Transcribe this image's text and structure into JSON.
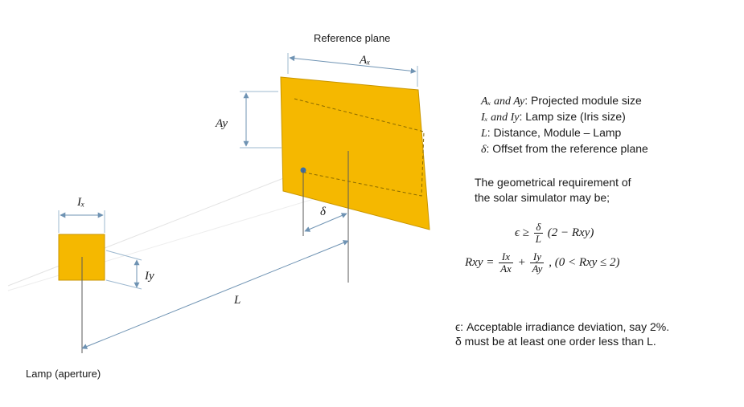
{
  "labels": {
    "reference_plane": "Reference plane",
    "lamp_aperture": "Lamp (aperture)",
    "Ax": "Aₓ",
    "Ay": "Ay",
    "Ix": "Iₓ",
    "Iy": "Iy",
    "L": "L",
    "delta": "δ"
  },
  "legend": {
    "line1_sym": "Aₓ and Ay",
    "line1_text": ": Projected module size",
    "line2_sym": "Iₓ and Iy",
    "line2_text": ": Lamp size (Iris size)",
    "line3_sym": "L",
    "line3_text": ": Distance, Module – Lamp",
    "line4_sym": "δ",
    "line4_text": ": Offset from the reference plane"
  },
  "requirement": {
    "line1": "The geometrical requirement of",
    "line2": "the solar simulator may be;"
  },
  "formula1": {
    "lhs": "ϵ ≥",
    "num": "δ",
    "den": "L",
    "rhs": "(2 − Rxy)"
  },
  "formula2": {
    "lhs": "Rxy =",
    "frac1_num": "Ix",
    "frac1_den": "Ax",
    "plus": "+",
    "frac2_num": "Iy",
    "frac2_den": "Ay",
    "cond": ", (0 < Rxy ≤ 2)"
  },
  "notes": {
    "line1": "ϵ: Acceptable irradiance deviation, say 2%.",
    "line2": "δ must be at least one order less than L."
  },
  "colors": {
    "panel_fill": "#F5B800",
    "panel_stroke": "#C99600",
    "guide": "#5a5a5a",
    "dim": "#7aa7c7"
  }
}
